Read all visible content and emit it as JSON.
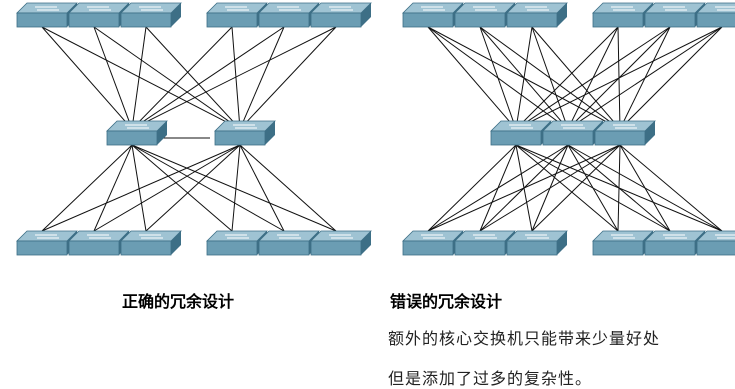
{
  "left": {
    "caption": "正确的冗余设计",
    "top_switches": 6,
    "core_switches": 2,
    "bottom_switches": 6
  },
  "right": {
    "caption": "错误的冗余设计",
    "top_switches": 6,
    "core_switches": 3,
    "bottom_switches": 6,
    "note_lines": [
      "额外的核心交换机只能带来少量好处",
      "但是添加了过多的复杂性。"
    ]
  },
  "colors": {
    "switch_top": "#9fc3d3",
    "switch_side": "#6b9db3",
    "switch_edge": "#3d6f86",
    "link": "#111111"
  }
}
